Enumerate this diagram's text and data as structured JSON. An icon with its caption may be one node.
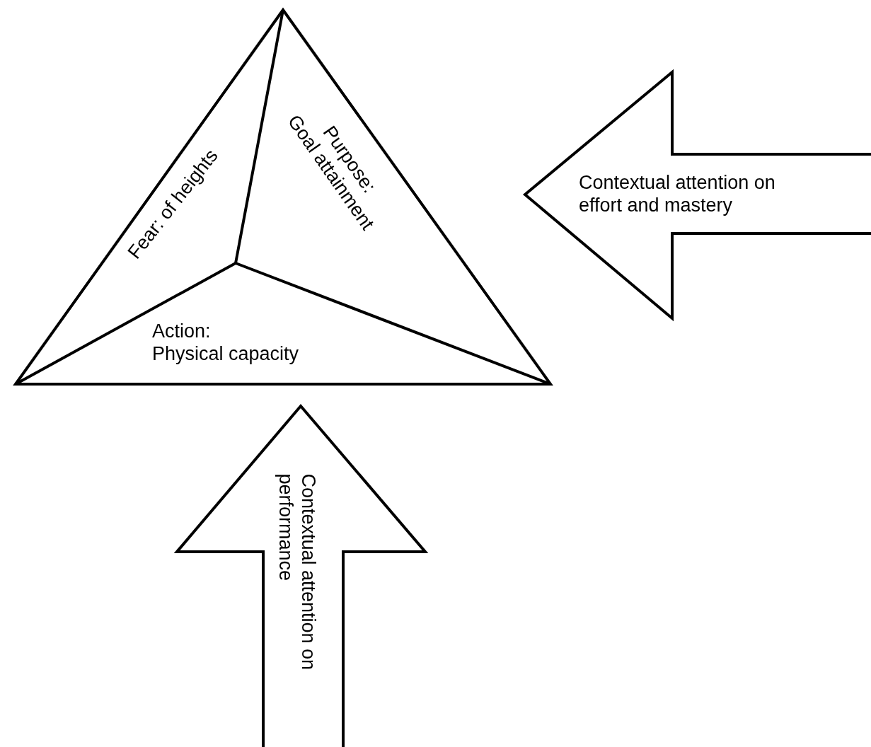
{
  "diagram": {
    "nodes": [
      {
        "text": [],
        "shape": "triangle"
      },
      {
        "text": [
          "Fear: of heights"
        ],
        "in": 0
      },
      {
        "text": [
          "Purpose:",
          "Goal attainment"
        ],
        "in": 0
      },
      {
        "text": [
          "Action:",
          "Physical capacity"
        ],
        "in": 0
      },
      {
        "text": [
          "Contextual attention on effort and mastery"
        ]
      },
      {
        "text": [
          "Contextual attention on performance"
        ]
      }
    ]
  }
}
